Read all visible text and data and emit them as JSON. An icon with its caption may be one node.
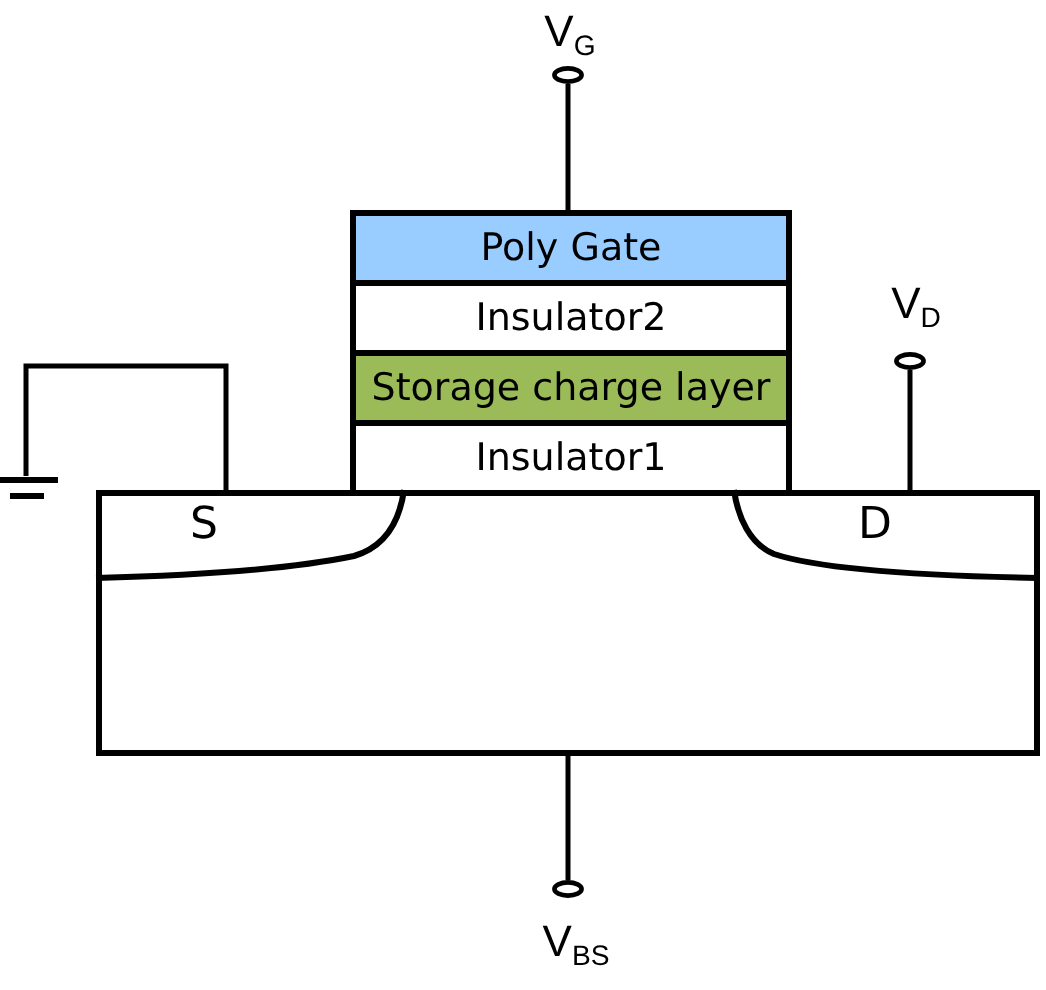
{
  "diagram": {
    "nodes": [
      {
        "text": [],
        "shape": "circle",
        "beside": [
          "V$_{G}$"
        ]
      },
      {
        "text": [
          "Poly Gate"
        ]
      },
      {
        "text": [
          "Insulator2"
        ]
      },
      {
        "text": [
          "Storage charge layer"
        ]
      },
      {
        "text": [],
        "shape": "circle",
        "beside": [
          "V$_{D}$"
        ]
      },
      {
        "text": [
          "Insulator1"
        ]
      },
      {
        "text": [],
        "shape": "ground"
      },
      {
        "text": [],
        "shape": "box"
      },
      {
        "text": [
          "S"
        ],
        "in": 7
      },
      {
        "text": [
          "D"
        ],
        "in": 7
      },
      {
        "text": [],
        "shape": "circle",
        "beside": [
          "V$_{BS}$"
        ]
      }
    ],
    "edges": [
      {
        "from": 0,
        "to": 1,
        "arrow": "none"
      },
      {
        "from": 4,
        "to": 9,
        "arrow": "none"
      },
      {
        "from": 6,
        "to": 8,
        "arrow": "none"
      },
      {
        "from": 7,
        "to": 10,
        "arrow": "none"
      }
    ]
  }
}
